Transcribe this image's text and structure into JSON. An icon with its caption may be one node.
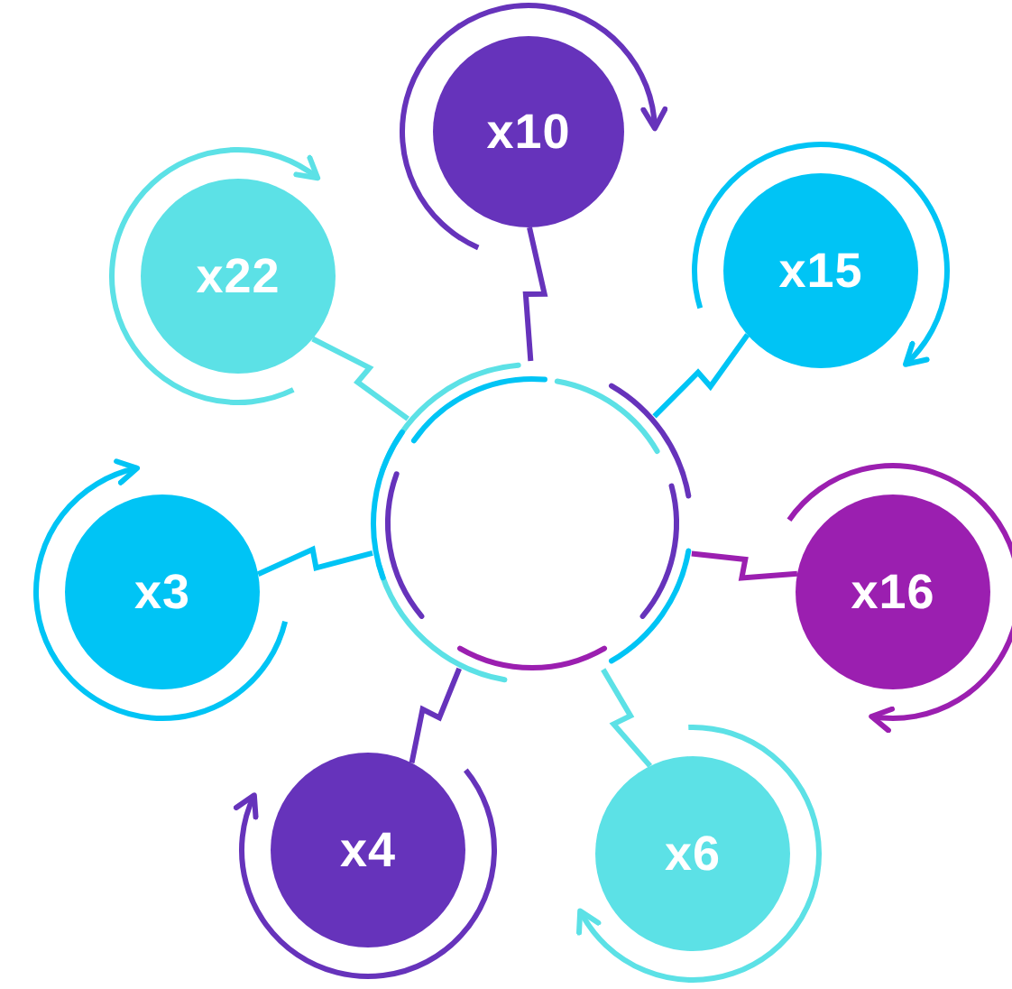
{
  "diagram": {
    "nodes": [
      {
        "text": [],
        "shape": "circle"
      },
      {
        "text": [
          "x10"
        ]
      },
      {
        "text": [
          "x22"
        ]
      },
      {
        "text": [
          "x15"
        ]
      },
      {
        "text": [
          "x3"
        ]
      },
      {
        "text": [
          "x16"
        ]
      },
      {
        "text": [
          "x4"
        ]
      },
      {
        "text": [
          "x6"
        ]
      }
    ],
    "edges": [
      {
        "from": 0,
        "to": 1,
        "arrow": "none",
        "color": "#6633bb"
      },
      {
        "from": 0,
        "to": 2,
        "arrow": "none",
        "color": "#5ce1e6"
      },
      {
        "from": 0,
        "to": 3,
        "arrow": "none",
        "color": "#00c4f5"
      },
      {
        "from": 0,
        "to": 4,
        "arrow": "none",
        "color": "#00c4f5"
      },
      {
        "from": 0,
        "to": 5,
        "arrow": "none",
        "color": "#9b1fb0"
      },
      {
        "from": 0,
        "to": 6,
        "arrow": "none",
        "color": "#6633bb"
      },
      {
        "from": 0,
        "to": 7,
        "arrow": "none",
        "color": "#5ce1e6"
      },
      {
        "from": 1,
        "to": 1,
        "arrow": "to",
        "color": "#6633bb"
      },
      {
        "from": 2,
        "to": 2,
        "arrow": "to",
        "color": "#5ce1e6"
      },
      {
        "from": 3,
        "to": 3,
        "arrow": "to",
        "color": "#00c4f5"
      },
      {
        "from": 4,
        "to": 4,
        "arrow": "to",
        "color": "#00c4f5"
      },
      {
        "from": 5,
        "to": 5,
        "arrow": "to",
        "color": "#9b1fb0"
      },
      {
        "from": 6,
        "to": 6,
        "arrow": "to",
        "color": "#6633bb"
      },
      {
        "from": 7,
        "to": 7,
        "arrow": "to",
        "color": "#5ce1e6"
      }
    ]
  }
}
